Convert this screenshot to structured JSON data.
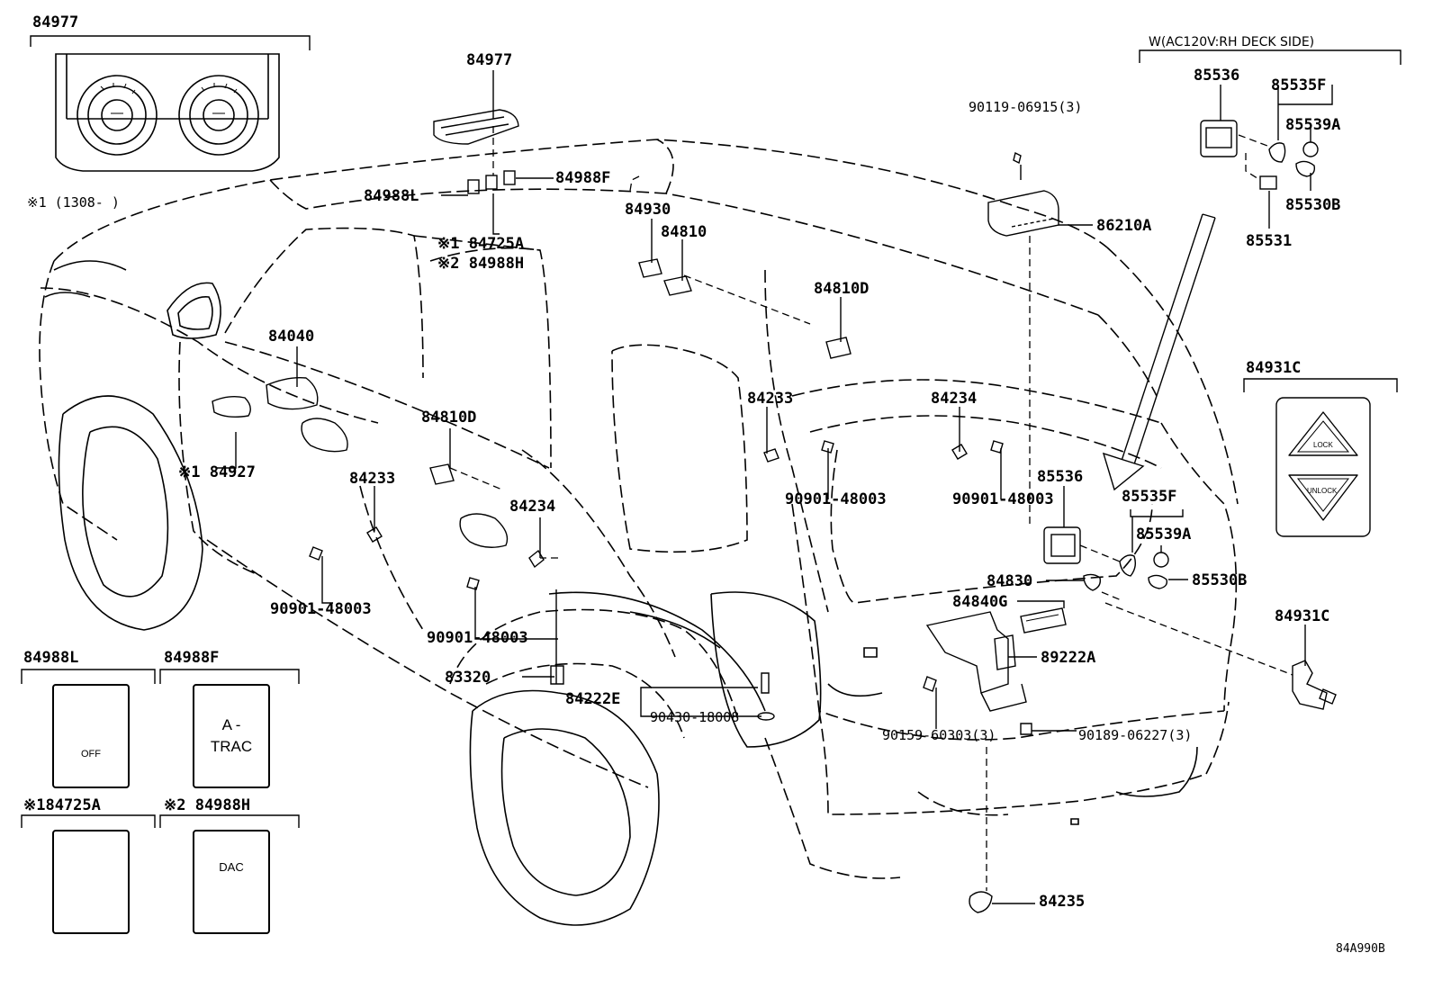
{
  "diagram_code": "84A990B",
  "labels": {
    "l84977_top": "84977",
    "l84977": "84977",
    "l1308": "※1 (1308-      )",
    "l84988F": "84988F",
    "l84988L": "84988L",
    "l84725A": "※1 84725A",
    "l84988H": "※2 84988H",
    "l84930": "84930",
    "l84810": "84810",
    "l84810D_a": "84810D",
    "l84810D_b": "84810D",
    "l84040": "84040",
    "l84927": "※1 84927",
    "l84233_a": "84233",
    "l84233_b": "84233",
    "l84234_a": "84234",
    "l84234_b": "84234",
    "l90901_a": "90901-48003",
    "l90901_b": "90901-48003",
    "l90901_c": "90901-48003",
    "l90901_d": "90901-48003",
    "l83320": "83320",
    "l84222E": "84222E",
    "l90430": "90430-18008",
    "l90119": "90119-06915(3)",
    "l86210A": "86210A",
    "l85536_a": "85536",
    "l85536_b": "85536",
    "l85535F_a": "85535F",
    "l85535F_b": "85535F",
    "l85539A_a": "85539A",
    "l85539A_b": "85539A",
    "l85530B_a": "85530B",
    "l85530B_b": "85530B",
    "l85531": "85531",
    "l84830": "84830",
    "l84840G": "84840G",
    "l89222A": "89222A",
    "l90159": "90159-60303(3)",
    "l90189": "90189-06227(3)",
    "l84235": "84235",
    "l84931C_a": "84931C",
    "l84931C_b": "84931C",
    "l_deck": "W(AC120V:RH DECK SIDE)",
    "l84988L_box": "84988L",
    "l84988F_box": "84988F",
    "l84725A_box": "※184725A",
    "l84988H_box": "※2 84988H"
  },
  "switch_panels": {
    "atrac_line1": "A -",
    "atrac_line2": "TRAC",
    "off_text": "OFF",
    "dac_text": "DAC"
  },
  "lock_buttons": {
    "lock": "LOCK",
    "unlock": "UNLOCK"
  }
}
